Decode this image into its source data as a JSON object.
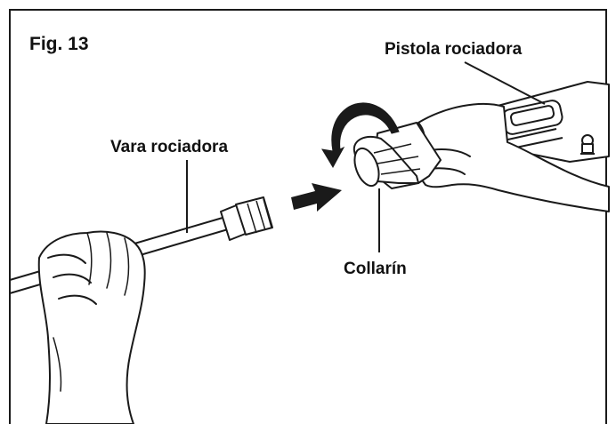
{
  "figure": {
    "title": "Fig. 13",
    "labels": {
      "spray_gun": "Pistola rociadora",
      "spray_wand": "Vara rociadora",
      "collar": "Collarín"
    },
    "colors": {
      "line": "#1a1a1a",
      "fill": "#ffffff",
      "arrow": "#1a1a1a"
    },
    "icons": [
      "rotate-arrow-icon",
      "insert-arrow-icon"
    ]
  }
}
